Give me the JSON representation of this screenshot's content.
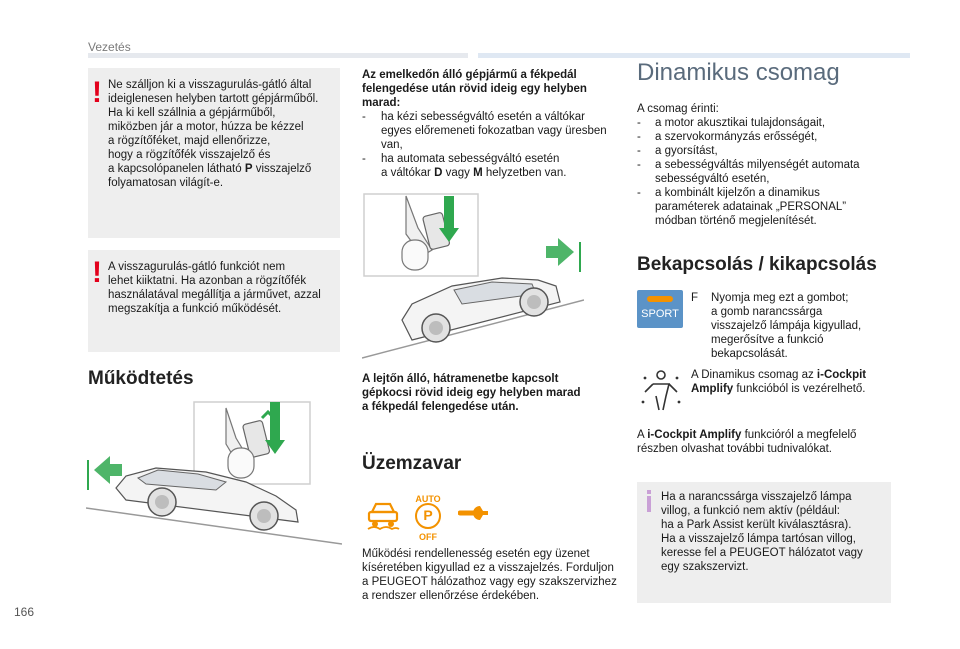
{
  "header": {
    "section": "Vezetés"
  },
  "page_number": "166",
  "left": {
    "warning1": {
      "lines": [
        "Ne szálljon ki a visszagurulás-gátló által",
        "ideiglenesen helyben tartott gépjárműből.",
        "Ha ki kell szállnia a gépjárműből,",
        "miközben jár a motor, húzza be kézzel",
        "a rögzítőféket, majd ellenőrizze,",
        "hogy a rögzítőfék visszajelző és",
        "a kapcsolópanelen látható ",
        "folyamatosan világít-e."
      ],
      "bold_letter": "P",
      "after_bold": " visszajelző"
    },
    "warning2": {
      "lines": [
        "A visszagurulás-gátló funkciót nem",
        "lehet kiiktatni. Ha azonban a rögzítőfék",
        "használatával megállítja a járművet, azzal",
        "megszakítja a funkció működését."
      ]
    },
    "title": "Működtetés"
  },
  "middle": {
    "uphill_heading": [
      "Az emelkedőn álló gépjármű a fékpedál",
      "felengedése után rövid ideig egy helyben",
      "marad:"
    ],
    "uphill_items": [
      {
        "dash": "-",
        "lines": [
          "ha kézi sebességváltó esetén a váltókar",
          "egyes előremeneti fokozatban vagy üresben",
          "van,"
        ]
      },
      {
        "dash": "-",
        "lines": [
          "ha automata sebességváltó esetén",
          "a váltókar "
        ],
        "bold1": "D",
        "mid": " vagy ",
        "bold2": "M",
        "end": " helyzetben van."
      }
    ],
    "downhill_heading": [
      "A lejtőn álló, hátramenetbe kapcsolt",
      "gépkocsi rövid ideig egy helyben marad",
      "a fékpedál felengedése után."
    ],
    "fault_title": "Üzemzavar",
    "fault_icon_text": {
      "auto": "AUTO",
      "p": "P",
      "off": "OFF"
    },
    "fault_text": [
      "Működési rendellenesség esetén egy üzenet",
      "kíséretében kigyullad ez a visszajelzés. Forduljon",
      "a PEUGEOT hálózathoz vagy egy szakszervizhez",
      "a rendszer ellenőrzése érdekében."
    ]
  },
  "right": {
    "title": "Dinamikus csomag",
    "intro": "A csomag érinti:",
    "items": [
      {
        "dash": "-",
        "lines": [
          "a motor akusztikai tulajdonságait,"
        ]
      },
      {
        "dash": "-",
        "lines": [
          "a szervokormányzás erősségét,"
        ]
      },
      {
        "dash": "-",
        "lines": [
          "a gyorsítást,"
        ]
      },
      {
        "dash": "-",
        "lines": [
          "a sebességváltás milyenségét automata",
          "sebességváltó esetén,"
        ]
      },
      {
        "dash": "-",
        "lines": [
          "a kombinált kijelzőn a dinamikus",
          "paraméterek adatainak „PERSONAL”",
          "módban történő megjelenítését."
        ]
      }
    ],
    "on_off_title": "Bekapcsolás / kikapcsolás",
    "sport_label": "SPORT",
    "sport_bullet": "F",
    "sport_text": [
      "Nyomja meg ezt a gombot;",
      "a gomb narancssárga",
      "visszajelző lámpája kigyullad,",
      "megerősítve a funkció",
      "bekapcsolását."
    ],
    "cockpit_text": {
      "pre": "A Dinamikus csomag az ",
      "bold": "i-Cockpit",
      "line2_bold": "Amplify",
      "line2": " funkcióból is vezérelhető."
    },
    "cockpit_ref": {
      "pre": "A ",
      "bold": "i-Cockpit Amplify",
      "post": " funkcióról a megfelelő",
      "line2": "részben olvashat további tudnivalókat."
    },
    "info_box": [
      "Ha a narancssárga visszajelző lámpa",
      "villog, a funkció nem aktív (például:",
      "ha a Park Assist került kiválasztásra).",
      "Ha a visszajelző lámpa tartósan villog,",
      "keresse fel a PEUGEOT hálózatot vagy",
      "egy szakszervizt."
    ]
  },
  "colors": {
    "warning_red": "#e3001b",
    "arrow_green": "#2fa84f",
    "fault_orange": "#f39200",
    "sport_blue": "#5b93c7",
    "title_blue_grey": "#5a6b7c"
  }
}
